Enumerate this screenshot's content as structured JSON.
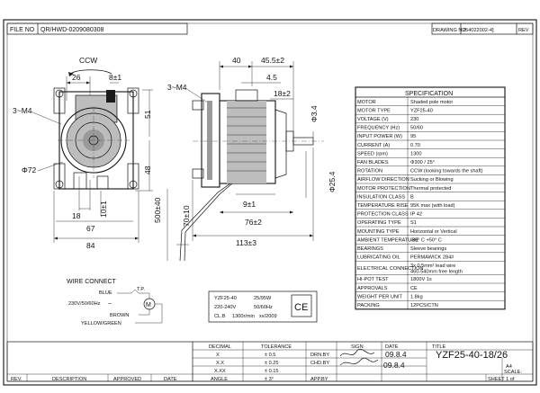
{
  "header": {
    "file_no_label": "FILE NO",
    "file_no_value": "QR/HWD-0209080308",
    "drawing_no_label": "DRAWING NO",
    "drawing_no_value": "254022002-4]",
    "rev_label": "REV"
  },
  "front_view": {
    "rotation_label": "CCW",
    "thread_label": "3~M4",
    "dims": {
      "d26": "26",
      "d8": "8±1",
      "d51": "51",
      "d48": "48",
      "d72": "Φ72",
      "d18": "18",
      "d10": "10±1",
      "d67": "67",
      "d84": "84"
    }
  },
  "side_view": {
    "thread_label": "3~M4",
    "dims": {
      "d40": "40",
      "d45_5": "45.5±2",
      "d4_5": "4.5",
      "d18_2": "18±2",
      "d3_4": "Φ3.4",
      "d25_4": "Φ25.4",
      "d500": "500±40",
      "d70": "70±10",
      "d9": "9±1",
      "d76": "76±2",
      "d113": "113±3"
    }
  },
  "spec": {
    "title": "SPECIFICATION",
    "rows": [
      {
        "label": "MOTOR",
        "value": "Shaded pole motor"
      },
      {
        "label": "MOTOR   TYPE",
        "value": "YZF25-40"
      },
      {
        "label": "VOLTAGE          (V)",
        "value": "230"
      },
      {
        "label": "FREQUENCY       (Hz)",
        "value": "50/60"
      },
      {
        "label": "INPUT  POWER    (W)",
        "value": "95"
      },
      {
        "label": "CURRENT          (A)",
        "value": "0.70"
      },
      {
        "label": "SPEED           (rpm)",
        "value": "1300"
      },
      {
        "label": "FAN  BLADES",
        "value": "Φ300 / 25°"
      },
      {
        "label": "ROTATION",
        "value": "CCW  (looking towards the shaft)"
      },
      {
        "label": "AIRFLOW DIRECTION",
        "value": "Sucking or Blowing"
      },
      {
        "label": "MOTOR PROTECTION",
        "value": "Thermal protected"
      },
      {
        "label": "INSULATION  CLASS",
        "value": "B"
      },
      {
        "label": "TEMPERATURE RISE",
        "value": "95K max  (with load)"
      },
      {
        "label": "PROTECTION  CLASS",
        "value": "IP  42"
      },
      {
        "label": "OPERATING  TYPE",
        "value": "S1"
      },
      {
        "label": "MOUNTING  TYPE",
        "value": "Horizontal or Vertical"
      },
      {
        "label": "AMBIENT TEMPERATURE",
        "value": "-30° C  +50° C"
      },
      {
        "label": "BEARINGS",
        "value": "Sleeve bearings"
      },
      {
        "label": "LUBRICATING  OIL",
        "value": "PERMAWICK  284#"
      },
      {
        "label": "ELECTRICAL CONNECTION",
        "value": "3x 0.5mm²  lead  wire",
        "value2": "460-540mm free  length"
      },
      {
        "label": "HI-POT TEST",
        "value": "1800V    1s"
      },
      {
        "label": "APPROVALS",
        "value": "CE"
      },
      {
        "label": "WEIGHT PER UNIT",
        "value": "1.8kg"
      },
      {
        "label": "PACKING",
        "value": "12PCS/CTN"
      }
    ]
  },
  "wiring": {
    "title": "WIRE CONNECT",
    "tp": "T.P.",
    "blue": "BLUE",
    "supply": "230V/50/60Hz",
    "brown": "BROWN",
    "yellow_green": "YELLOW/GREEN",
    "motor_symbol": "M"
  },
  "nameplate": {
    "model": "YZF25-40",
    "power": "25/95W",
    "voltage": "220-240V",
    "freq": "50/60Hz",
    "class": "CL.B",
    "speed": "1300r/min",
    "date": "xx/2009",
    "ce": "CE"
  },
  "title_block": {
    "decimal_label": "DECIMAL",
    "tolerance_label": "TOLERANCE",
    "tolerances": [
      {
        "decimal": "X",
        "tol": "± 0.5"
      },
      {
        "decimal": "X.X",
        "tol": "± 0.25"
      },
      {
        "decimal": "X.XX",
        "tol": "± 0.15"
      },
      {
        "decimal": "ANGLE",
        "tol": "± 3°"
      }
    ],
    "drn": "DRN.BY",
    "chd": "CHD.BY",
    "apd": "APP.BY",
    "sign_label": "SIGN",
    "date_label": "DATE",
    "date1": "09.8.4",
    "date2": "09.8.4",
    "title_label": "TITLE",
    "title_value": "YZF25-40-18/26",
    "size": "A4",
    "scale_label": "SCALE:",
    "sheet_label": "SHEET 1 of",
    "rev_label": "REV.",
    "description_label": "DESCRIPTION",
    "approved_label": "APPROVED",
    "date_col_label": "DATE"
  }
}
